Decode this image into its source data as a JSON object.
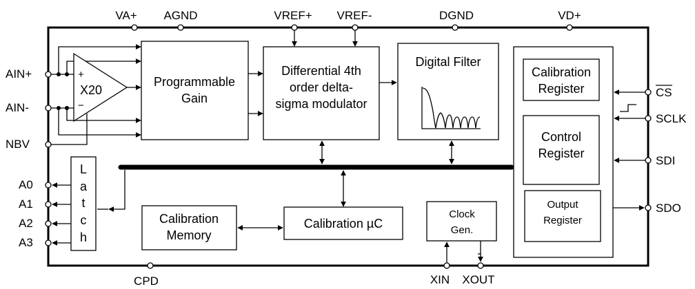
{
  "pins": {
    "va_plus": "VA+",
    "agnd": "AGND",
    "vref_plus": "VREF+",
    "vref_minus": "VREF-",
    "dgnd": "DGND",
    "vd_plus": "VD+",
    "ain_plus": "AIN+",
    "ain_minus": "AIN-",
    "nbv": "NBV",
    "a0": "A0",
    "a1": "A1",
    "a2": "A2",
    "a3": "A3",
    "cpd": "CPD",
    "xin": "XIN",
    "xout": "XOUT",
    "cs": "CS",
    "sclk": "SCLK",
    "sdi": "SDI",
    "sdo": "SDO"
  },
  "amplifier": {
    "gain": "X20",
    "plus": "+",
    "minus": "−"
  },
  "blocks": {
    "pga": [
      "Programmable",
      "Gain"
    ],
    "modulator": [
      "Differential 4th",
      "order delta-",
      "sigma modulator"
    ],
    "filter": "Digital Filter",
    "cal_register": [
      "Calibration",
      "Register"
    ],
    "control_register": [
      "Control",
      "Register"
    ],
    "output_register": [
      "Output",
      "Register"
    ],
    "latch": [
      "L",
      "a",
      "t",
      "c",
      "h"
    ],
    "cal_memory": [
      "Calibration",
      "Memory"
    ],
    "cal_uc": "Calibration µC",
    "clock": [
      "Clock",
      "Gen."
    ]
  }
}
